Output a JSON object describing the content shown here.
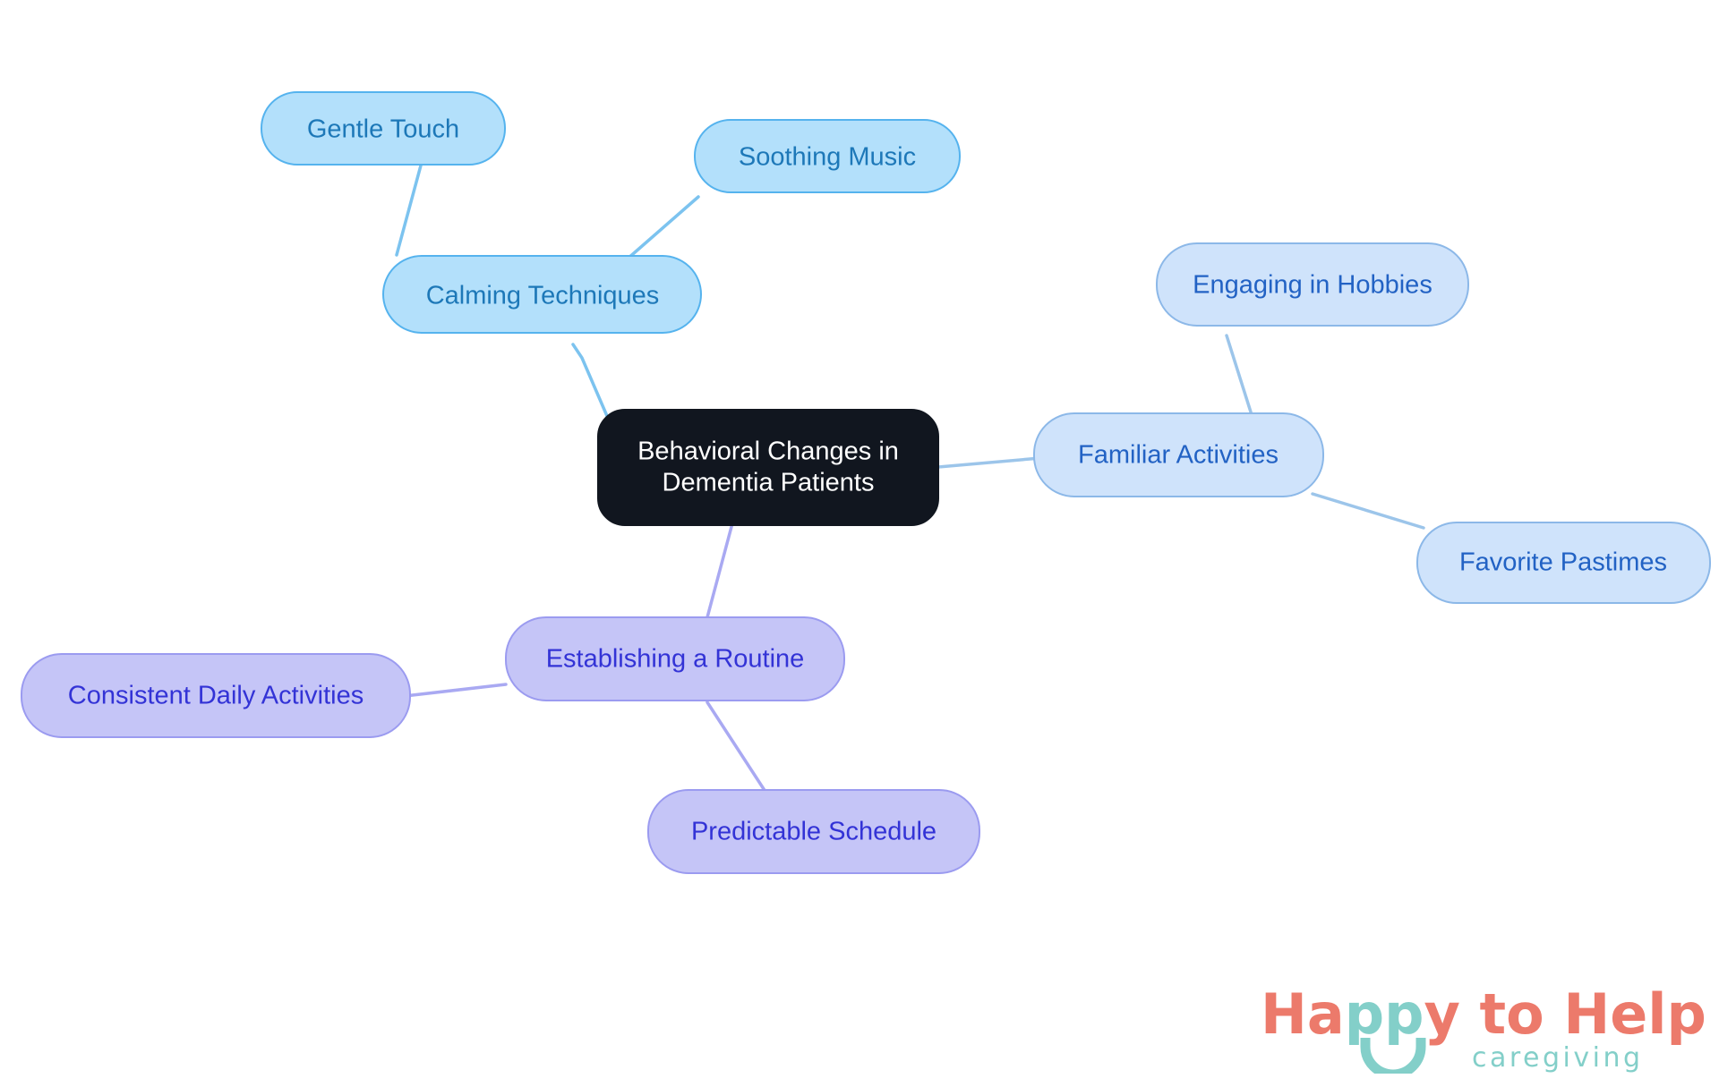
{
  "diagram": {
    "type": "mindmap",
    "title": "Behavioral Changes in Dementia Patients",
    "background_color": "#ffffff",
    "root": {
      "id": "root",
      "label_line1": "Behavioral Changes in",
      "label_line2": "Dementia Patients",
      "fill": "#11161f",
      "stroke": "#11161f",
      "text_color": "#ffffff"
    },
    "branches": [
      {
        "id": "calming",
        "label": "Calming Techniques",
        "fill": "#b3e0fb",
        "stroke": "#55b3ee",
        "text_color": "#1d78b8",
        "edge_color": "#7cc3ef",
        "children": [
          {
            "id": "gentle-touch",
            "label": "Gentle Touch",
            "fill": "#b3e0fb",
            "stroke": "#55b3ee",
            "text_color": "#1d78b8"
          },
          {
            "id": "soothing-music",
            "label": "Soothing Music",
            "fill": "#b3e0fb",
            "stroke": "#55b3ee",
            "text_color": "#1d78b8"
          }
        ]
      },
      {
        "id": "familiar",
        "label": "Familiar Activities",
        "fill": "#cfe3fb",
        "stroke": "#8cb8e8",
        "text_color": "#2262c4",
        "edge_color": "#9cc5ea",
        "children": [
          {
            "id": "engaging-hobbies",
            "label": "Engaging in Hobbies",
            "fill": "#cfe3fb",
            "stroke": "#8cb8e8",
            "text_color": "#2262c4"
          },
          {
            "id": "favorite-pastimes",
            "label": "Favorite Pastimes",
            "fill": "#cfe3fb",
            "stroke": "#8cb8e8",
            "text_color": "#2262c4"
          }
        ]
      },
      {
        "id": "routine",
        "label": "Establishing a Routine",
        "fill": "#c5c5f7",
        "stroke": "#9b9bf0",
        "text_color": "#3333d6",
        "edge_color": "#a9a9f2",
        "children": [
          {
            "id": "consistent-daily-activities",
            "label": "Consistent Daily Activities",
            "fill": "#c5c5f7",
            "stroke": "#9b9bf0",
            "text_color": "#3333d6"
          },
          {
            "id": "predictable-schedule",
            "label": "Predictable Schedule",
            "fill": "#c5c5f7",
            "stroke": "#9b9bf0",
            "text_color": "#3333d6"
          }
        ]
      }
    ]
  },
  "logo": {
    "word_happy": "Ha",
    "word_pp": "pp",
    "word_y": "y ",
    "word_to_help": "to Help",
    "tagline": "caregiving",
    "coral": "#ec7a6b",
    "teal": "#83cfc9"
  }
}
